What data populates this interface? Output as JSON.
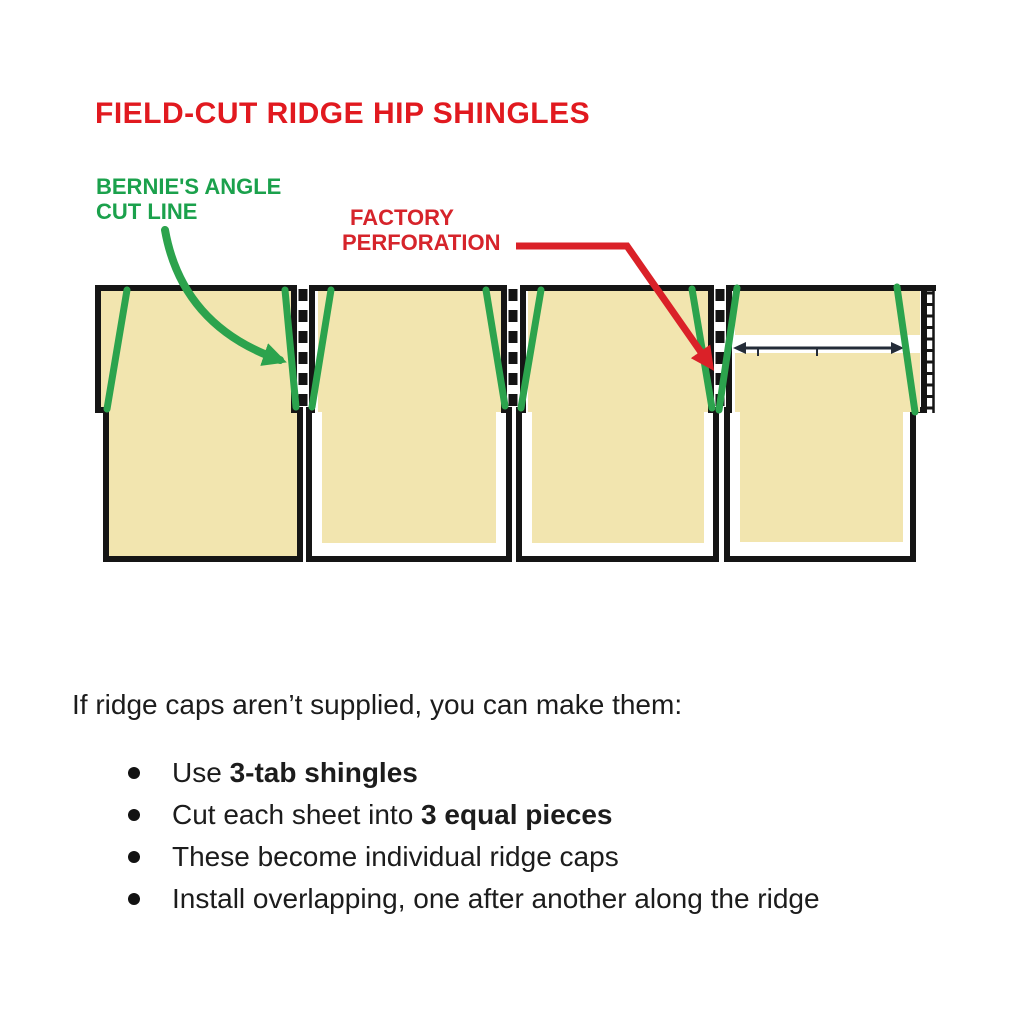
{
  "title": "FIELD-CUT RIDGE HIP SHINGLES",
  "annotations": {
    "bernie": {
      "line1": "BERNIE'S ANGLE",
      "line2": "CUT LINE"
    },
    "factory": {
      "line1": "FACTORY",
      "line2": "PERFORATION"
    }
  },
  "body": {
    "intro": "If ridge caps aren’t supplied, you can make them:",
    "bullets": [
      {
        "pre": "Use ",
        "bold": "3-tab shingles",
        "post": ""
      },
      {
        "pre": "Cut each sheet into ",
        "bold": "3 equal pieces",
        "post": ""
      },
      {
        "pre": "These become individual ridge caps",
        "bold": "",
        "post": ""
      },
      {
        "pre": "Install overlapping, one after another along the ridge",
        "bold": "",
        "post": ""
      }
    ]
  },
  "diagram": {
    "panel_count": 4,
    "elements": [
      "shingle-panel",
      "factory-perforation-dashed-line",
      "bernies-angle-cut-line",
      "tab-slot",
      "dimension-line",
      "right-edge-perforation-ladder"
    ]
  },
  "colors": {
    "title_red": "#e1191f",
    "arrow_red": "#da2128",
    "label_green": "#1ba14c",
    "cut_line_green": "#2ca34d",
    "shingle_fill": "#f2e5af",
    "outline_black": "#151515",
    "background": "#ffffff"
  }
}
